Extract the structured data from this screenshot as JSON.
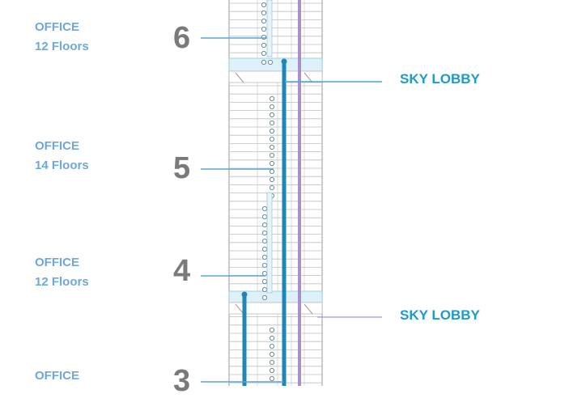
{
  "colors": {
    "office_label": "#6fa8d6",
    "zone_number": "#7a7a7a",
    "sky_lobby_text": "#1f9ac9",
    "elevator_blue": "#1f86b8",
    "elevator_purple": "#a98fcf",
    "lobby_band": "#dff1f8",
    "tower_lines": "#bfbfbf",
    "callout_line_lavender": "#9e98c6"
  },
  "zones": [
    {
      "number": "6",
      "label": "OFFICE",
      "floors": "12 Floors"
    },
    {
      "number": "5",
      "label": "OFFICE",
      "floors": "14 Floors"
    },
    {
      "number": "4",
      "label": "OFFICE",
      "floors": "12 Floors"
    },
    {
      "number": "3",
      "label": "OFFICE",
      "floors": ""
    }
  ],
  "sky_lobbies": [
    {
      "label": "SKY LOBBY"
    },
    {
      "label": "SKY LOBBY"
    }
  ]
}
